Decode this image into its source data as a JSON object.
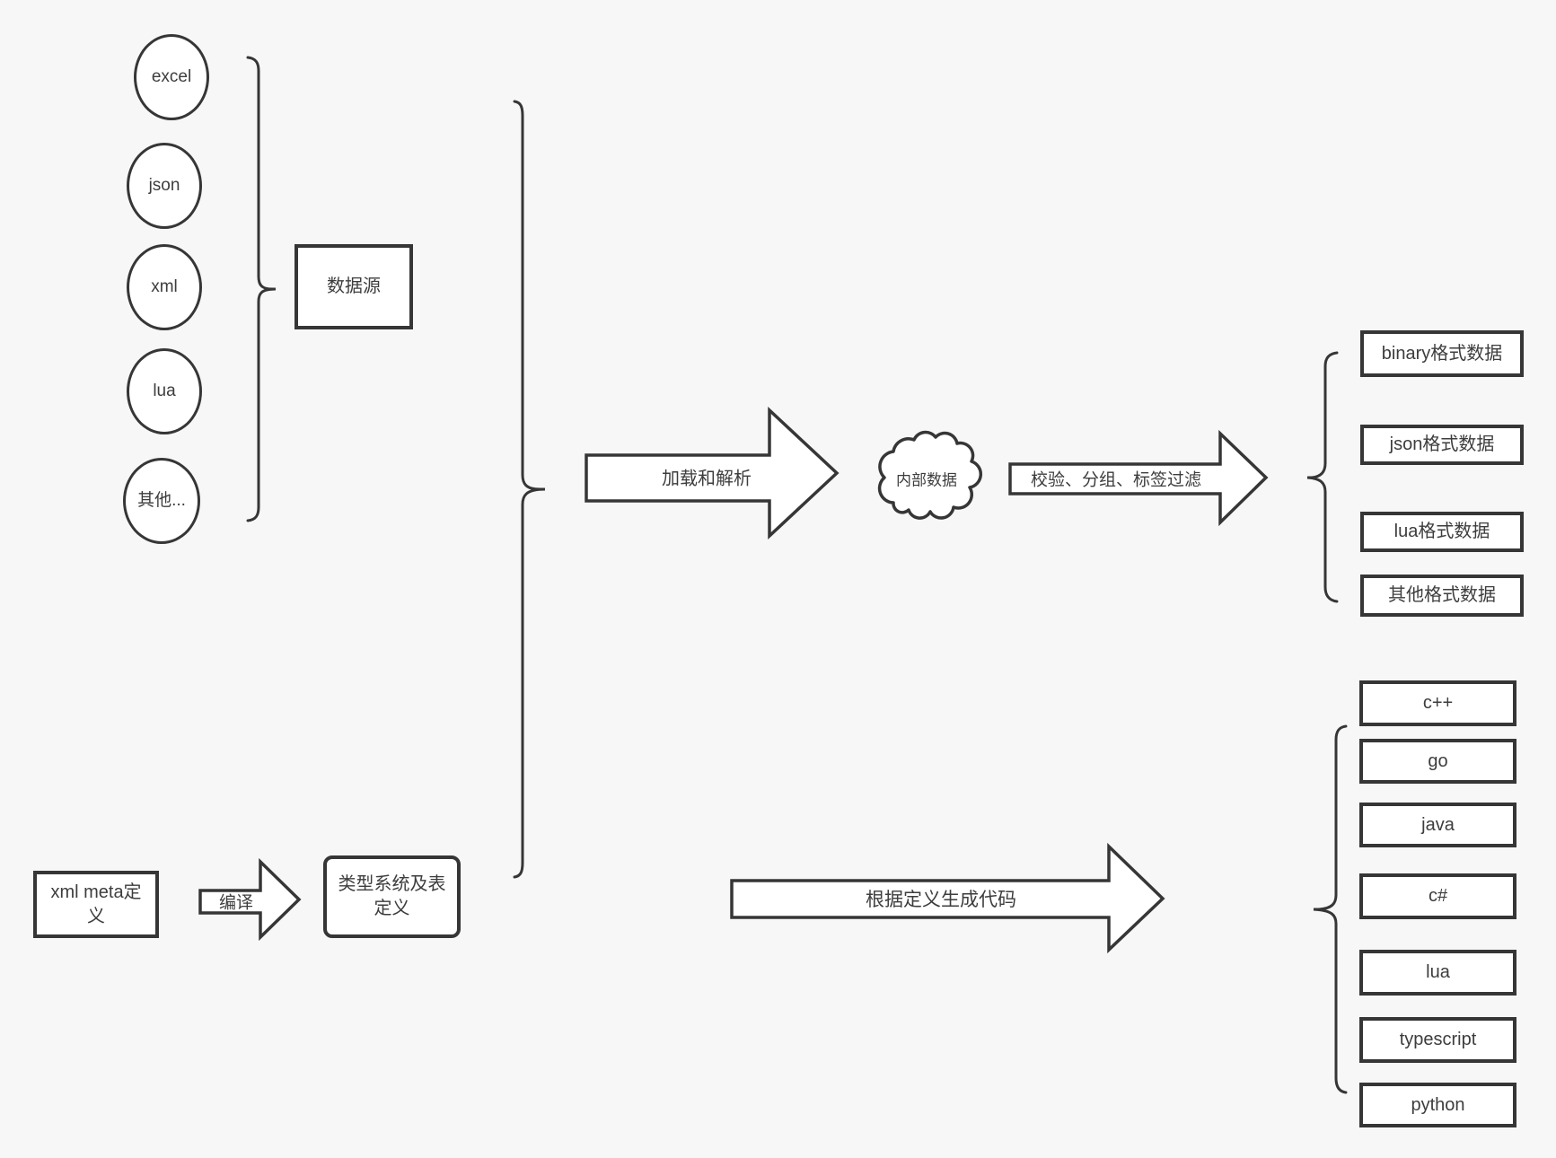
{
  "colors": {
    "background": "#f7f7f7",
    "stroke": "#363636",
    "text": "#3d3d3d",
    "node_fill": "#ffffff"
  },
  "sources": {
    "items": [
      "excel",
      "json",
      "xml",
      "lua",
      "其他..."
    ],
    "group_label": "数据源"
  },
  "pipeline": {
    "load_arrow_label": "加载和解析",
    "internal_data_label": "内部数据",
    "filter_arrow_label": "校验、分组、标签过滤"
  },
  "outputs": {
    "formats": [
      "binary格式数据",
      "json格式数据",
      "lua格式数据",
      "其他格式数据"
    ]
  },
  "definition": {
    "meta_box_label": "xml meta定义",
    "compile_arrow_label": "编译",
    "type_system_box_label": "类型系统及表定义",
    "generate_arrow_label": "根据定义生成代码"
  },
  "languages": [
    "c++",
    "go",
    "java",
    "c#",
    "lua",
    "typescript",
    "python"
  ]
}
